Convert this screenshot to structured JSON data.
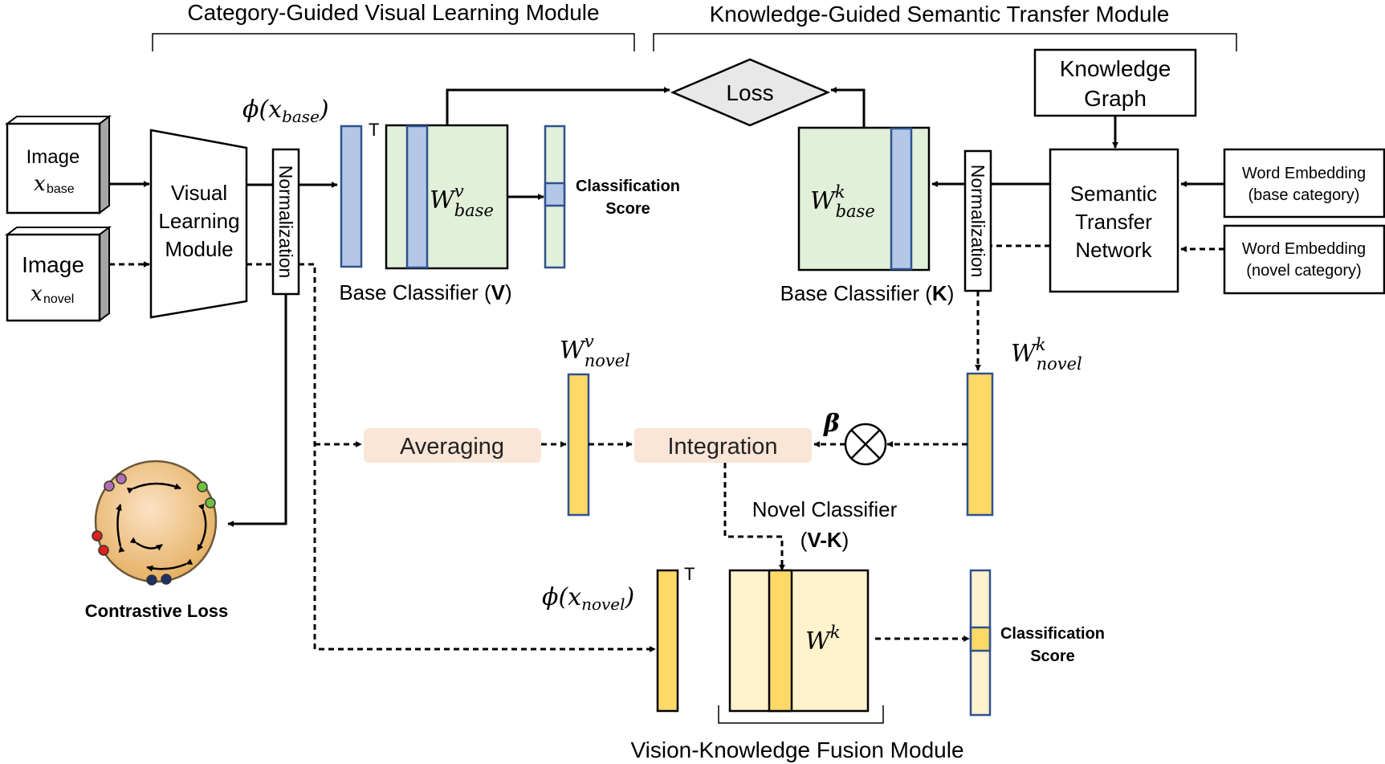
{
  "modules": {
    "visual_learning": "Category-Guided Visual Learning Module",
    "semantic_transfer": "Knowledge-Guided Semantic Transfer Module",
    "fusion": "Vision-Knowledge Fusion Module"
  },
  "inputs": {
    "image_word": "Image",
    "base_sub": "x",
    "base_subscript": "base",
    "novel_sub": "x",
    "novel_subscript": "novel"
  },
  "boxes": {
    "visual_module": [
      "Visual",
      "Learning",
      "Module"
    ],
    "normalization": "Normalization",
    "loss": "Loss",
    "knowledge_graph": [
      "Knowledge",
      "Graph"
    ],
    "semantic_network": [
      "Semantic",
      "Transfer",
      "Network"
    ],
    "word_emb_base": [
      "Word Embedding",
      "(base category)"
    ],
    "word_emb_novel": [
      "Word Embedding",
      "(novel category)"
    ],
    "averaging": "Averaging",
    "integration": "Integration"
  },
  "math": {
    "phi_base_main": "ϕ(x",
    "phi_base_sub": "base",
    "phi_novel_main": "ϕ(x",
    "phi_novel_sub": "novel",
    "close_paren": ")",
    "transpose": "T",
    "w": "W",
    "sup_v": "v",
    "sup_k": "k",
    "sub_base": "base",
    "sub_novel": "novel",
    "beta": "β"
  },
  "labels": {
    "base_classifier_v_pre": "Base Classifier (",
    "base_classifier_v_bold": "V",
    "base_classifier_k_bold": "K",
    "close": ")",
    "classification_score": [
      "Classification",
      "Score"
    ],
    "novel_classifier": "Novel Classifier",
    "novel_classifier_pre": "(",
    "novel_classifier_bold": "V-K",
    "contrastive_loss": "Contrastive Loss"
  },
  "colors": {
    "blue_fill": "#b4c7e7",
    "blue_stroke": "#2f528f",
    "green_fill": "#e2efd9",
    "yellow_fill": "#ffd966",
    "light_yellow": "#fff2cc",
    "peach": "#fbe5d6",
    "gray": "#e8e8e8",
    "orange": "#f4b183",
    "dot_red": "#e02020",
    "dot_purple": "#b070b0",
    "dot_green": "#70c040",
    "dot_navy": "#203060"
  }
}
